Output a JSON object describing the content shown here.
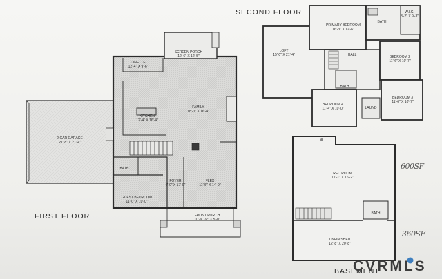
{
  "floors": {
    "second": "SECOND FLOOR",
    "first": "FIRST FLOOR",
    "basement": "BASEMENT"
  },
  "rooms": {
    "screen_porch": {
      "name": "SCREEN PORCH",
      "size": "12'-6\" X 12'-5\""
    },
    "dinette": {
      "name": "DINETTE",
      "size": "12'-4\" X 9'-6\""
    },
    "family": {
      "name": "FAMILY",
      "size": "18'-0\" X 16'-4\""
    },
    "kitchen": {
      "name": "KITCHEN",
      "size": "12'-4\" X 16'-4\""
    },
    "garage": {
      "name": "2-CAR GARAGE",
      "size": "21'-8\" X 21'-4\""
    },
    "bath_first": {
      "name": "BATH",
      "size": ""
    },
    "foyer": {
      "name": "FOYER",
      "size": "6'-0\" X 17'-0\""
    },
    "flex": {
      "name": "FLEX",
      "size": "11'-5\" X 14'-9\""
    },
    "guest_bedroom": {
      "name": "GUEST BEDROOM",
      "size": "11'-0\" X 10'-0\""
    },
    "front_porch": {
      "name": "FRONT PORCH",
      "size": "10'-9 1/2\" X 5'-0\""
    },
    "loft": {
      "name": "LOFT",
      "size": "15'-0\" X 21'-4\""
    },
    "primary_bedroom": {
      "name": "PRIMARY BEDROOM",
      "size": "16'-3\" X 12'-6\""
    },
    "wic": {
      "name": "W.I.C.",
      "size": "8'-2\" X 9'-3\""
    },
    "bath_primary": {
      "name": "BATH",
      "size": ""
    },
    "hall": {
      "name": "HALL",
      "size": ""
    },
    "bedroom2": {
      "name": "BEDROOM 2",
      "size": "11'-6\" X 10'-7\""
    },
    "bath_hall": {
      "name": "BATH",
      "size": ""
    },
    "bedroom4": {
      "name": "BEDROOM 4",
      "size": "11'-4\" X 10'-0\""
    },
    "laundry": {
      "name": "LAUND",
      "size": ""
    },
    "bedroom3": {
      "name": "BEDROOM 3",
      "size": "11'-6\" X 10'-7\""
    },
    "rec_room": {
      "name": "REC ROOM",
      "size": "17'-1\" X 16'-2\""
    },
    "bath_basement": {
      "name": "BATH",
      "size": ""
    },
    "unfinished": {
      "name": "UNFINISHED",
      "size": "12'-8\" X 20'-8\""
    }
  },
  "handwritten": {
    "note_top": "600SF",
    "note_bottom": "360SF"
  },
  "logo": {
    "text": "CVRMLS",
    "accent": "#3f7fbf",
    "color": "#3c3c3c"
  },
  "colors": {
    "wall": "#2b2b2b",
    "floor_fill": "#dcdcda",
    "paper": "#f3f3f1"
  }
}
